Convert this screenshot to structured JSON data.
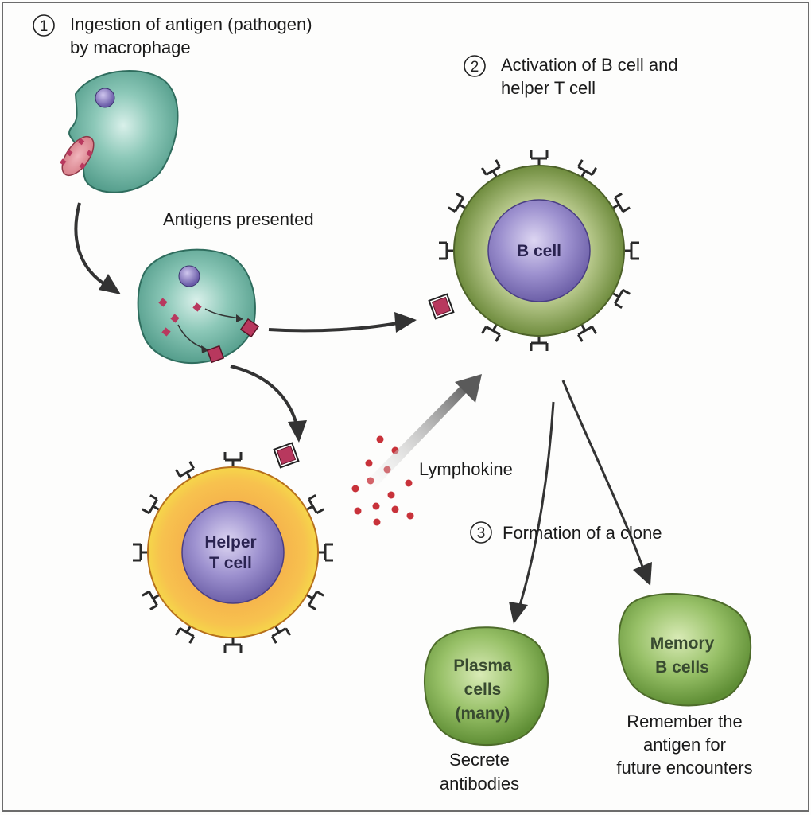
{
  "steps": [
    {
      "number": "1",
      "line1": "Ingestion of antigen (pathogen)",
      "line2": "by macrophage"
    },
    {
      "number": "2",
      "line1": "Activation of B cell and",
      "line2": "helper T cell"
    },
    {
      "number": "3",
      "line1": "Formation of a clone"
    }
  ],
  "labels": {
    "antigens_presented": "Antigens presented",
    "lymphokine": "Lymphokine"
  },
  "cells": {
    "b_cell": "B cell",
    "helper_t": {
      "line1": "Helper",
      "line2": "T cell"
    },
    "plasma": {
      "line1": "Plasma",
      "line2": "cells",
      "line3": "(many)"
    },
    "memory": {
      "line1": "Memory",
      "line2": "B cells"
    }
  },
  "captions": {
    "plasma": {
      "line1": "Secrete",
      "line2": "antibodies"
    },
    "memory": {
      "line1": "Remember the",
      "line2": "antigen for",
      "line3": "future encounters"
    }
  },
  "colors": {
    "macrophage": "#6fb5a4",
    "b_cell_outer": "#8aa55c",
    "cell_nucleus": "#8f83c4",
    "helper_outer": "#f4a540",
    "clone_cell": "#7fae4f",
    "antigen": "#b8385e",
    "lymphokine_dot": "#c8323a"
  }
}
